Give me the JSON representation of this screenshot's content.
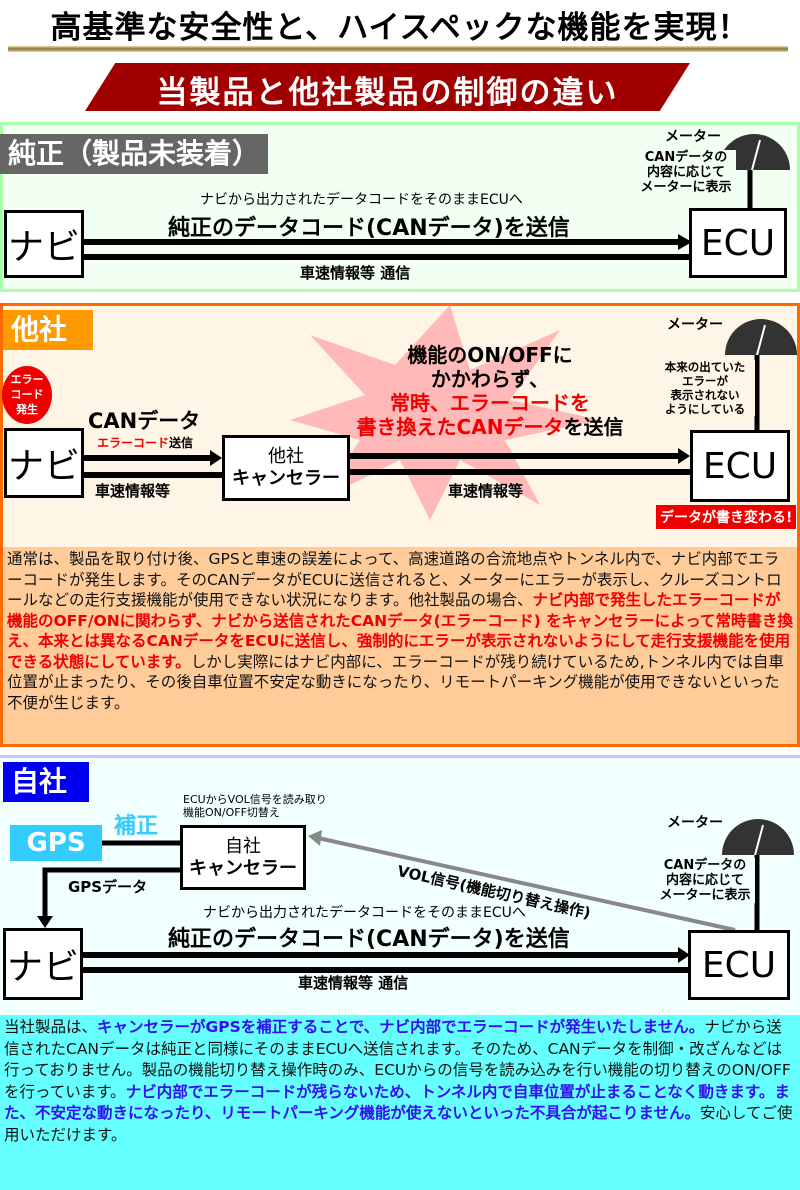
{
  "header": {
    "title": "高基準な安全性と、ハイスペックな機能を実現！",
    "banner": "当製品と他社製品の制御の違い"
  },
  "colors": {
    "banner": "#a00000",
    "genuine_tag": "#666666",
    "other_tag": "#ff9900",
    "own_tag": "#0000ee",
    "error_red": "#ee0000",
    "gps_cyan": "#33ccff",
    "para_blue": "#3311ee"
  },
  "genuine": {
    "tag": "純正（製品未装着）",
    "navi": "ナビ",
    "ecu": "ECU",
    "meter_label": "メーター",
    "meter_note": [
      "CANデータの",
      "内容に応じて",
      "メーターに表示"
    ],
    "sub_note": "ナビから出力されたデータコードをそのままECUへ",
    "main_note": "純正のデータコード(CANデータ)を送信",
    "bottom_note": "車速情報等 通信"
  },
  "other": {
    "tag": "他社",
    "error_badge": [
      "エラー",
      "コード",
      "発生"
    ],
    "can_label": "CANデータ",
    "error_send_red": "エラーコード",
    "error_send": "送信",
    "navi": "ナビ",
    "canceller": [
      "他社",
      "キャンセラー"
    ],
    "ecu": "ECU",
    "speed_left": "車速情報等",
    "speed_right": "車速情報等",
    "burst_line1": "機能のON/OFFに",
    "burst_line2": "かかわらず、",
    "burst_line3": "常時、エラーコードを",
    "burst_line4_red": "書き換えたCANデータ",
    "burst_line4": "を送信",
    "meter_label": "メーター",
    "meter_note": [
      "本来の出ていた",
      "エラーが",
      "表示されない",
      "ようにしている"
    ],
    "rewrite_badge": "データが書き変わる!",
    "para": [
      {
        "t": "通常は、製品を取り付け後、GPSと車速の誤差によって、高速道路の合流地点やトンネル内で、ナビ内部でエラーコードが発生します。そのCANデータがECUに送信されると、メーターにエラーが表示し、クルーズコントロールなどの走行支援機能が使用できない状況になります。他社製品の場合、"
      },
      {
        "t": "ナビ内部で発生したエラーコードが機能のOFF/ONに関わらず、ナビから送信されたCANデータ(エラーコード) をキャンセラーによって常時書き換え、本来とは異なるCANデータをECUに送信し、強制的にエラーが表示されないようにして走行支援機能を使用できる状態にしています。",
        "red": true
      },
      {
        "t": "しかし実際にはナビ内部に、エラーコードが残り続けているため,トンネル内では自車位置が止まったり、その後自車位置不安定な動きになったり、リモートパーキング機能が使用できないといった不便が生じます。"
      }
    ]
  },
  "own": {
    "tag": "自社",
    "gps": "GPS",
    "correction": "補正",
    "canceller_note": [
      "ECUからVOL信号を読み取り",
      "機能ON/OFF切替え"
    ],
    "canceller": [
      "自社",
      "キャンセラー"
    ],
    "gps_data": "GPSデータ",
    "vol_signal": "VOL信号(機能切り替え操作)",
    "navi": "ナビ",
    "ecu": "ECU",
    "meter_label": "メーター",
    "meter_note": [
      "CANデータの",
      "内容に応じて",
      "メーターに表示"
    ],
    "sub_note": "ナビから出力されたデータコードをそのままECUへ",
    "main_note": "純正のデータコード(CANデータ)を送信",
    "bottom_note": "車速情報等 通信",
    "para": [
      {
        "t": "当社製品は、"
      },
      {
        "t": "キャンセラーがGPSを補正することで、ナビ内部でエラーコードが発生いたしません。",
        "blue": true
      },
      {
        "t": "ナビから送信されたCANデータは純正と同様にそのままECUへ送信されます。そのため、CANデータを制御・改ざんなどは行っておりません。製品の機能切り替え操作時のみ、ECUからの信号を読み込みを行い機能の切り替えのON/OFFを行っています。"
      },
      {
        "t": "ナビ内部でエラーコードが残らないため、トンネル内で自車位置が止まることなく動きます。また、不安定な動きになったり、リモートパーキング機能が使えないといった不具合が起こりません。",
        "blue": true
      },
      {
        "t": "安心してご使用いただけます。"
      }
    ]
  }
}
